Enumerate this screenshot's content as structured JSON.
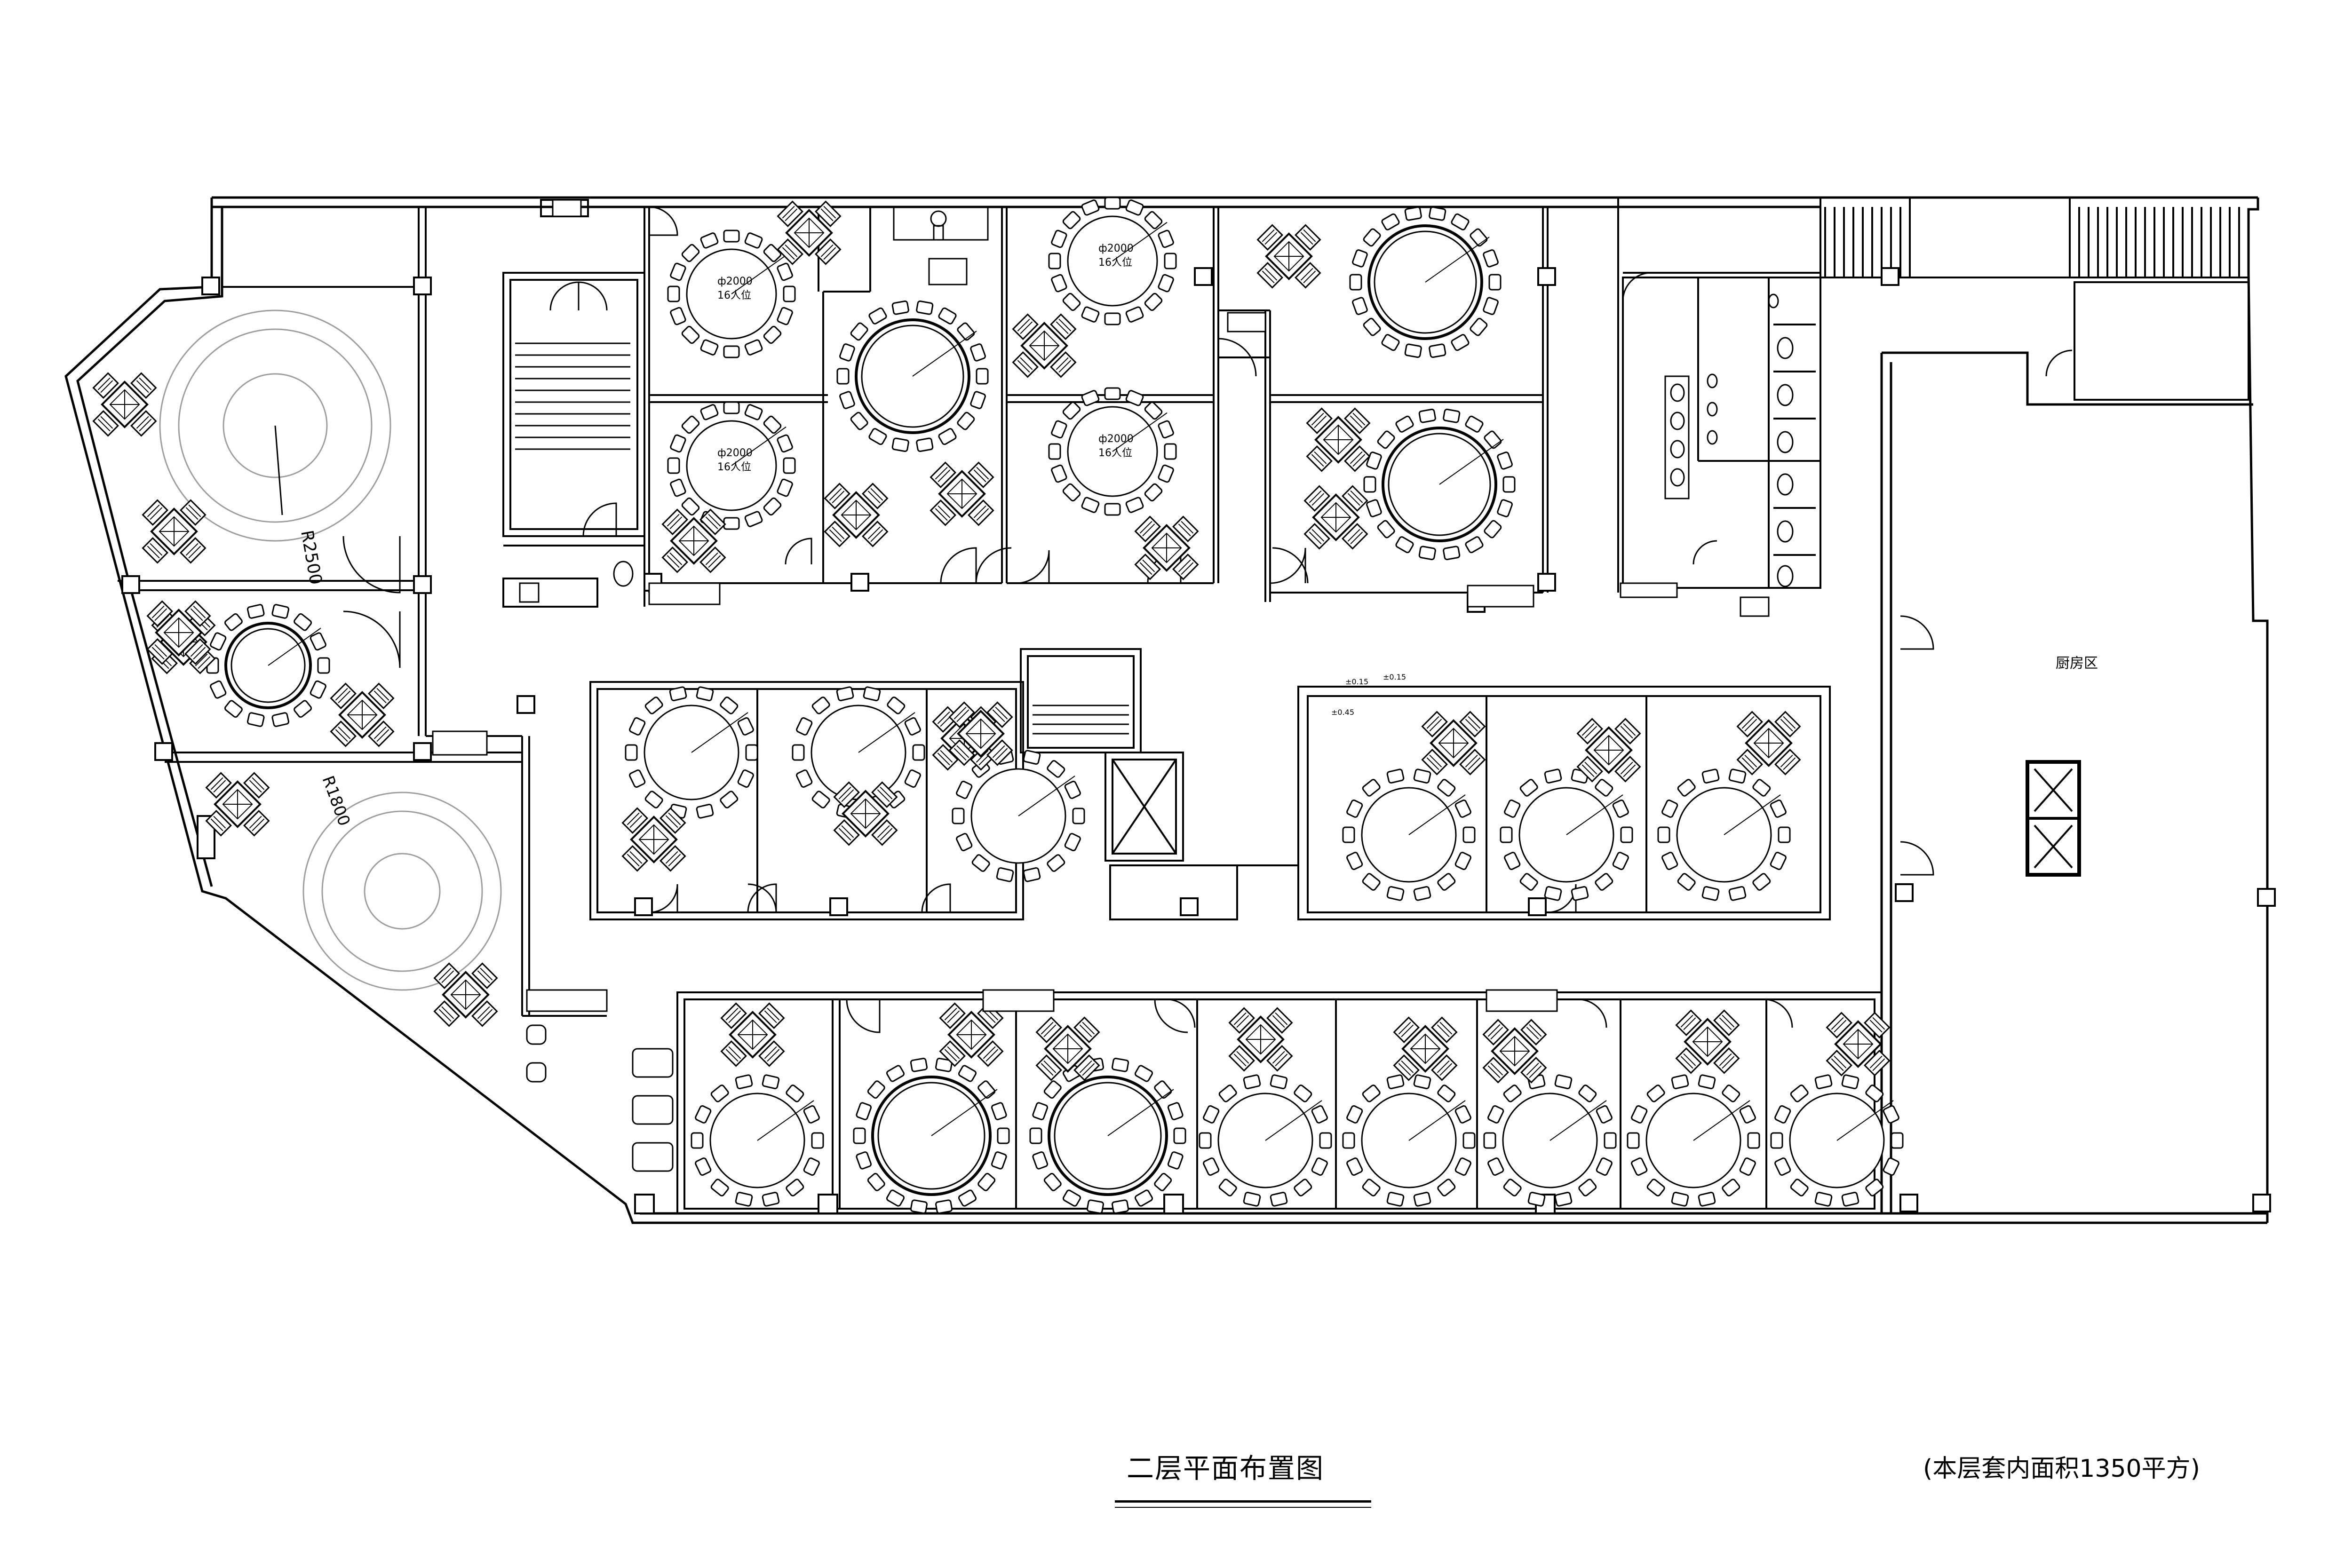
{
  "drawing": {
    "title": "二层平面布置图",
    "area_note": "(本层套内面积1350平方)"
  },
  "labels": {
    "kitchen": "厨房区",
    "radius_large": "R2500",
    "radius_small": "R1800",
    "table_dia": "ф2000",
    "table_seats": "16人位",
    "level_a": "±0.15",
    "level_b": "±0.15",
    "level_c": "±0.45"
  },
  "colors": {
    "line": "#000000",
    "light_line": "#bdbdbd",
    "background": "#ffffff"
  }
}
